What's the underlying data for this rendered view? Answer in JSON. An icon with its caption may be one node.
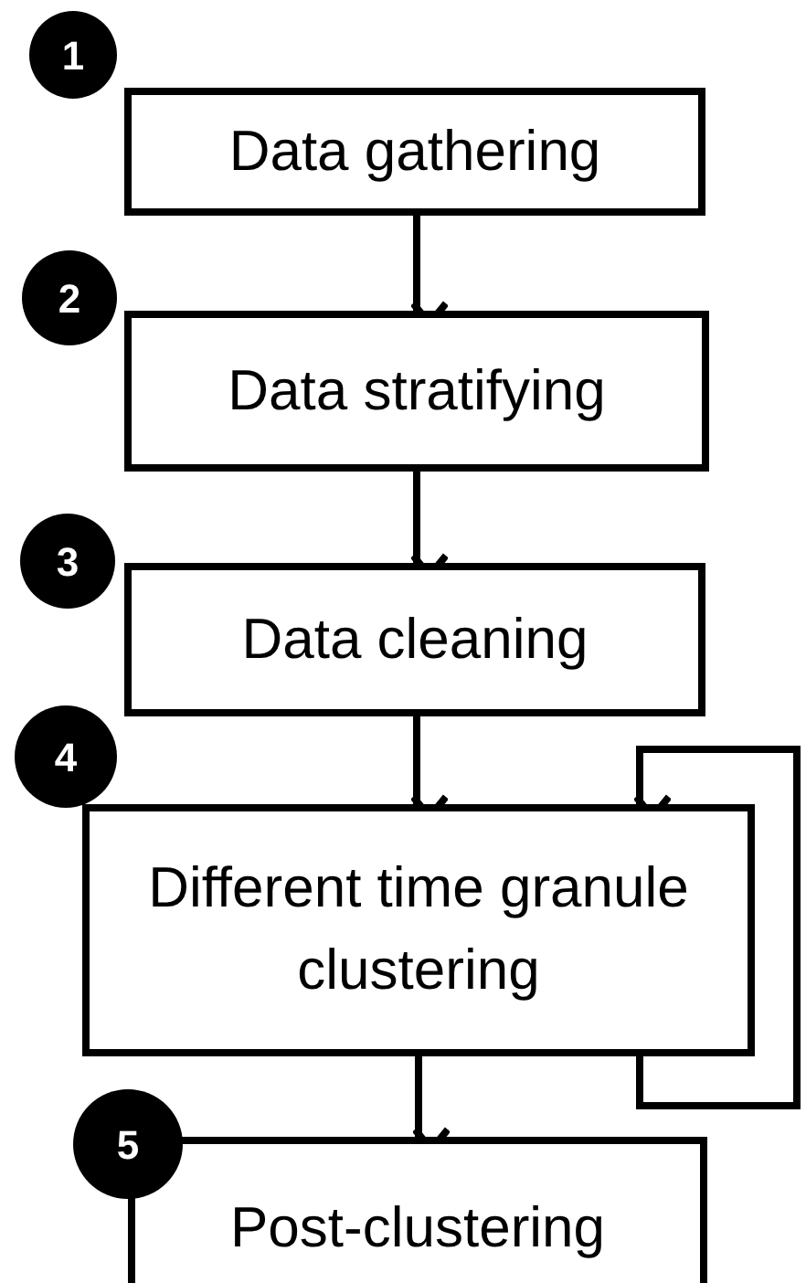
{
  "diagram": {
    "nodes": [
      {
        "text": [
          "Data gathering"
        ],
        "beside": [
          "1"
        ]
      },
      {
        "text": [
          "Data stratifying"
        ],
        "beside": [
          "2"
        ]
      },
      {
        "text": [
          "Data cleaning"
        ],
        "beside": [
          "3"
        ]
      },
      {
        "text": [
          "Different time granule clustering"
        ],
        "beside": [
          "4"
        ]
      },
      {
        "text": [
          "Post-clustering"
        ],
        "beside": [
          "5"
        ]
      }
    ],
    "edges": [
      {
        "from": 0,
        "to": 1,
        "arrow": "to"
      },
      {
        "from": 1,
        "to": 2,
        "arrow": "to"
      },
      {
        "from": 2,
        "to": 3,
        "arrow": "to"
      },
      {
        "from": 3,
        "to": 3,
        "arrow": "to"
      },
      {
        "from": 3,
        "to": 4,
        "arrow": "to"
      }
    ]
  }
}
